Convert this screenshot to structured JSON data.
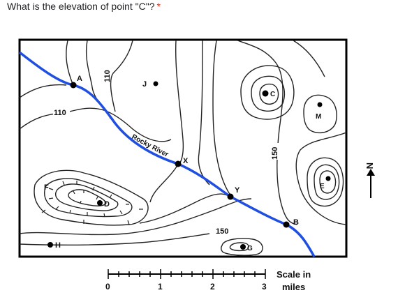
{
  "question": {
    "text": "What is the elevation of point \"C\"?",
    "required_mark": "*"
  },
  "map": {
    "points": {
      "A": "A",
      "B": "B",
      "C": "C",
      "D": "D",
      "E": "E",
      "F": "F",
      "G": "G",
      "H": "H",
      "J": "J",
      "M": "M",
      "X": "X",
      "Y": "Y"
    },
    "contour_labels": {
      "c110_top": "110",
      "c110_left": "110",
      "c150_right": "150",
      "c150_bottom": "150"
    },
    "river_label": "Rocky River",
    "north_label": "N",
    "scale": {
      "ticks": [
        "0",
        "1",
        "2",
        "3"
      ],
      "label_line1": "Scale in",
      "label_line2": "miles"
    },
    "river_color": "#1f4fe0"
  }
}
